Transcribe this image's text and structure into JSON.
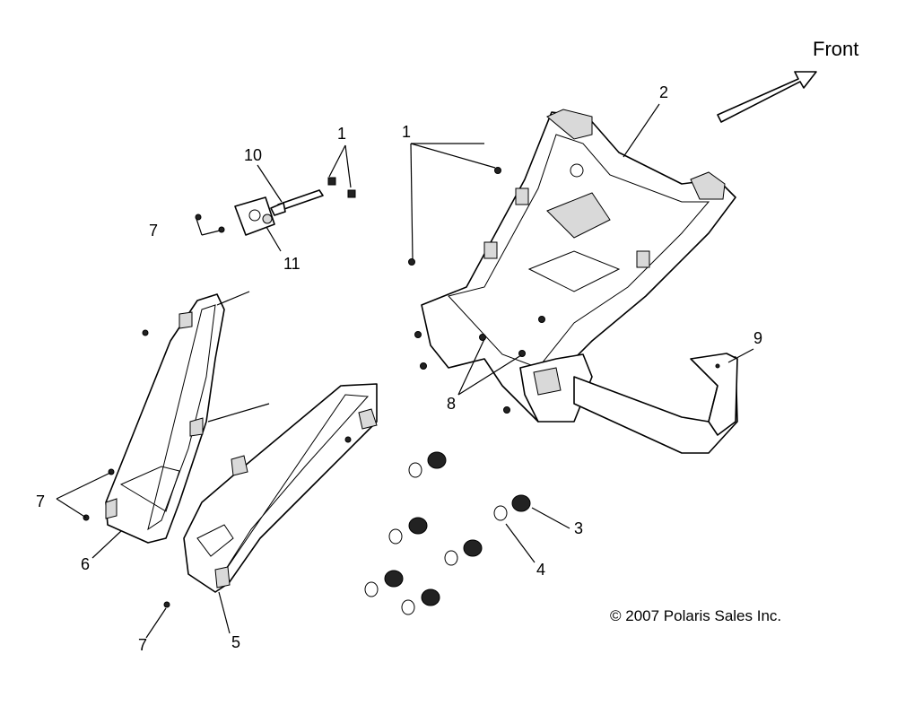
{
  "labels": {
    "front": "Front",
    "copyright": "© 2007 Polaris Sales Inc.",
    "callout_1a": "1",
    "callout_1b": "1",
    "callout_2": "2",
    "callout_3": "3",
    "callout_4": "4",
    "callout_5": "5",
    "callout_6": "6",
    "callout_7a": "7",
    "callout_7b": "7",
    "callout_7c": "7",
    "callout_8": "8",
    "callout_9": "9",
    "callout_10": "10",
    "callout_11": "11"
  }
}
